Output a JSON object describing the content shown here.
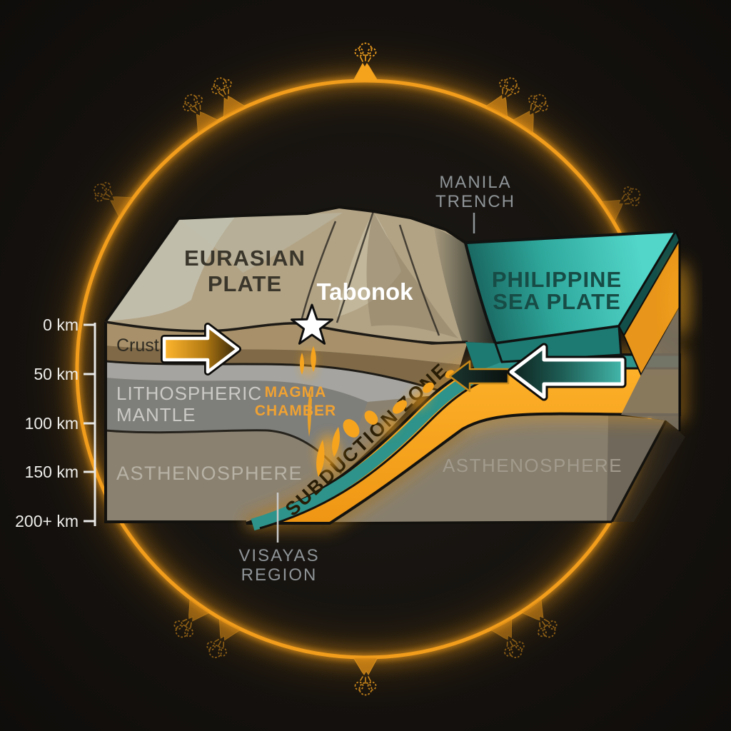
{
  "diagram": {
    "title_context": "Subduction zone cross-section",
    "labels": {
      "eurasian_line1": "EURASIAN",
      "eurasian_line2": "PLATE",
      "philippine_line1": "PHILIPPINE",
      "philippine_line2": "SEA PLATE",
      "manila_line1": "MANILA",
      "manila_line2": "TRENCH",
      "visayas_line1": "VISAYAS",
      "visayas_line2": "REGION",
      "tabonok": "Tabonok",
      "subduction_zone": "SUBDUCTION ZONE",
      "magma_line1": "MAGMA",
      "magma_line2": "CHAMBER",
      "crust": "Crust",
      "litho_line1": "LITHOSPHERIC",
      "litho_line2": "MANTLE",
      "asthenosphere_left": "ASTHENOSPHERE",
      "asthenosphere_right": "ASTHENOSPHERE"
    },
    "depth_scale": {
      "ticks": [
        "0 km",
        "50 km",
        "100 km",
        "150 km",
        "200+ km"
      ]
    },
    "colors": {
      "background": "#151210",
      "ring_orange": "#f29b16",
      "slab_orange": "#f5a21d",
      "plate_teal": "#45c8bc",
      "teal_dark": "#1f756e",
      "crust_tan": "#a8916a",
      "mantle_gray": "#7e7e7a",
      "asthenosphere_brown": "#8a8171",
      "magma_orange": "#f0a232",
      "label_gray": "#8f9497",
      "star_white": "#ffffff"
    }
  }
}
